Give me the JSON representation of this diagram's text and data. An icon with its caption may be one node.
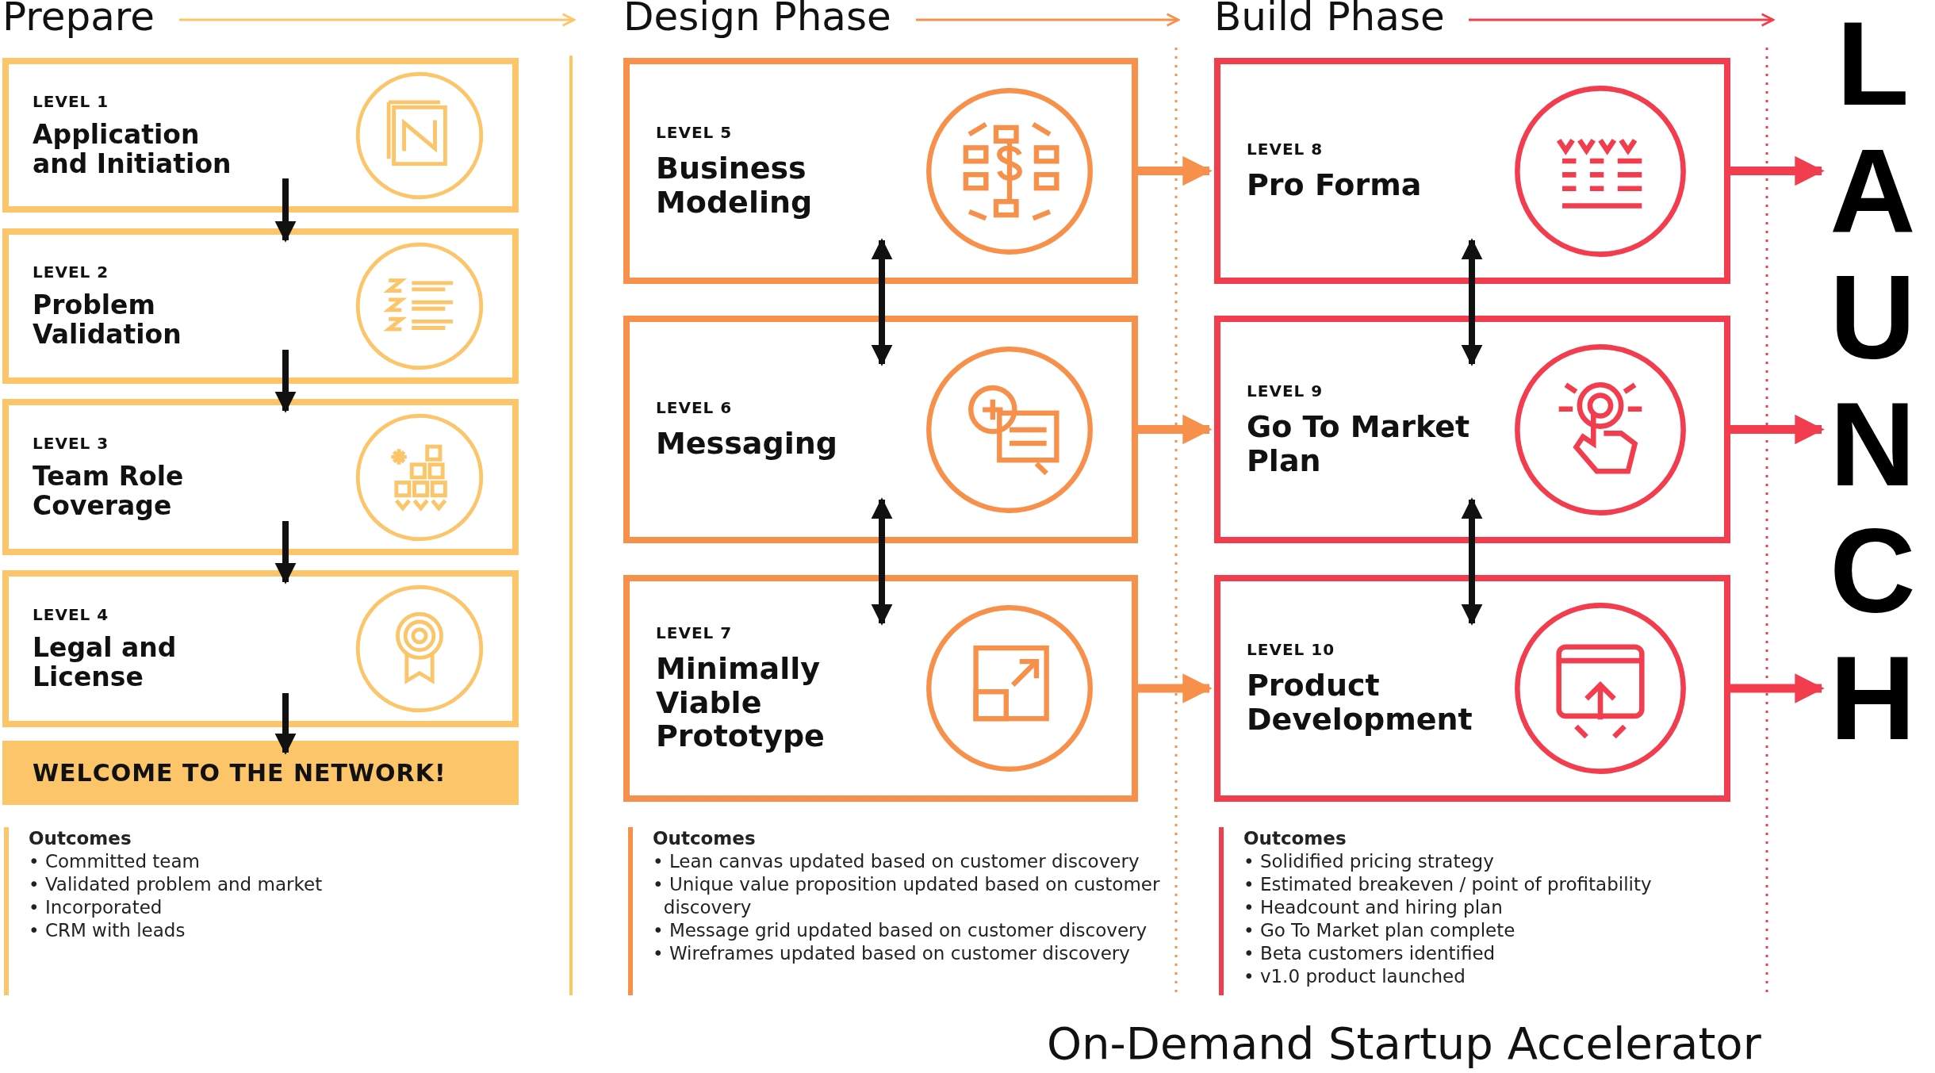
{
  "diagram": {
    "nodes": [
      {
        "text": [
          "LEVEL 1",
          "Application and Initiation"
        ]
      },
      {
        "text": [
          "LEVEL 2",
          "Problem Validation"
        ]
      },
      {
        "text": [
          "LEVEL 3",
          "Team Role Coverage"
        ]
      },
      {
        "text": [
          "LEVEL 4",
          "Legal and License"
        ]
      },
      {
        "text": [
          "WELCOME TO THE NETWORK!"
        ]
      },
      {
        "text": [
          "LEVEL 5",
          "Business Modeling"
        ]
      },
      {
        "text": [
          "LEVEL 6",
          "Messaging"
        ]
      },
      {
        "text": [
          "LEVEL 7",
          "Minimally Viable Prototype"
        ]
      },
      {
        "text": [
          "LEVEL 8",
          "Pro Forma"
        ]
      },
      {
        "text": [
          "LEVEL 9",
          "Go To Market Plan"
        ]
      },
      {
        "text": [
          "LEVEL 10",
          "Product Development"
        ]
      },
      {
        "text": [
          "LAUNCH"
        ]
      }
    ],
    "edges": [
      {
        "from": 0,
        "to": 1,
        "arrow": "to"
      },
      {
        "from": 1,
        "to": 2,
        "arrow": "to"
      },
      {
        "from": 2,
        "to": 3,
        "arrow": "to"
      },
      {
        "from": 3,
        "to": 4,
        "arrow": "to"
      },
      {
        "from": 5,
        "to": 6,
        "arrow": "both"
      },
      {
        "from": 6,
        "to": 7,
        "arrow": "both"
      },
      {
        "from": 8,
        "to": 9,
        "arrow": "both"
      },
      {
        "from": 9,
        "to": 10,
        "arrow": "both"
      },
      {
        "from": 5,
        "to": 8,
        "arrow": "to",
        "color": "#f7904a"
      },
      {
        "from": 6,
        "to": 9,
        "arrow": "to",
        "color": "#f7904a"
      },
      {
        "from": 7,
        "to": 10,
        "arrow": "to",
        "color": "#f7904a"
      },
      {
        "from": 8,
        "to": 11,
        "arrow": "to",
        "color": "#f23d4f"
      },
      {
        "from": 9,
        "to": 11,
        "arrow": "to",
        "color": "#f23d4f"
      },
      {
        "from": 10,
        "to": 11,
        "arrow": "to",
        "color": "#f23d4f"
      }
    ],
    "labels": [
      "Prepare",
      "Design Phase",
      "Build Phase",
      "Outcomes",
      "• Committed team",
      "• Validated problem and market",
      "• Incorporated",
      "• CRM with leads",
      "Outcomes",
      "• Lean canvas updated based on customer discovery",
      "• Unique value proposition updated based on customer discovery",
      "• Message grid updated based on customer discovery",
      "• Wireframes updated based on customer discovery",
      "Outcomes",
      "• Solidified pricing strategy",
      "• Estimated breakeven / point of profitability",
      "• Headcount and hiring plan",
      "• Go To Market plan complete",
      "• Beta customers identified",
      "• v1.0 product launched",
      "On-Demand Startup Accelerator"
    ]
  }
}
